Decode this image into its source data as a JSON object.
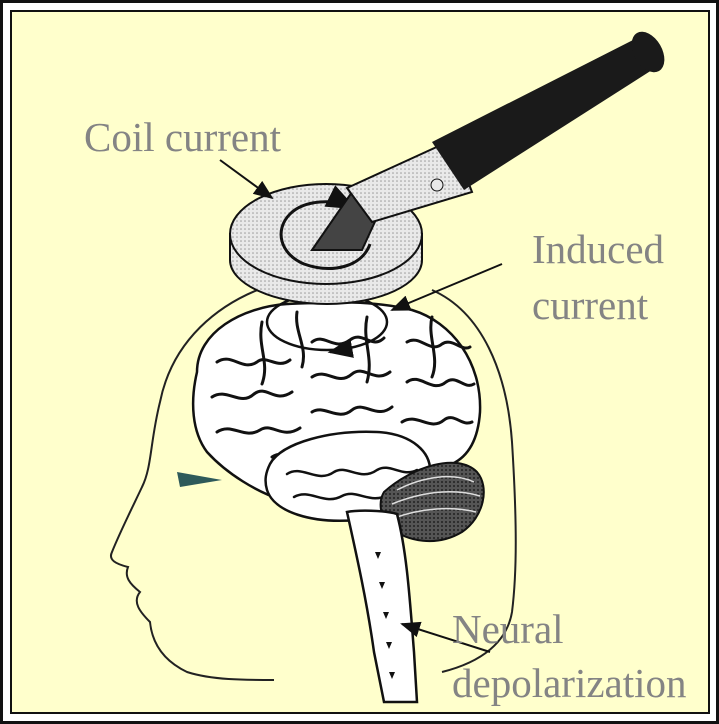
{
  "labels": {
    "coil_current": "Coil current",
    "induced_current_line1": "Induced",
    "induced_current_line2": "current",
    "neural_line1": "Neural",
    "neural_line2": "depolarization"
  },
  "colors": {
    "background": "#ffffcc",
    "label_text": "#848484",
    "line_art": "#111111",
    "coil_fill": "#e4e4e4",
    "handle": "#1a1a1a",
    "eye_marker": "#2e5a5a"
  }
}
